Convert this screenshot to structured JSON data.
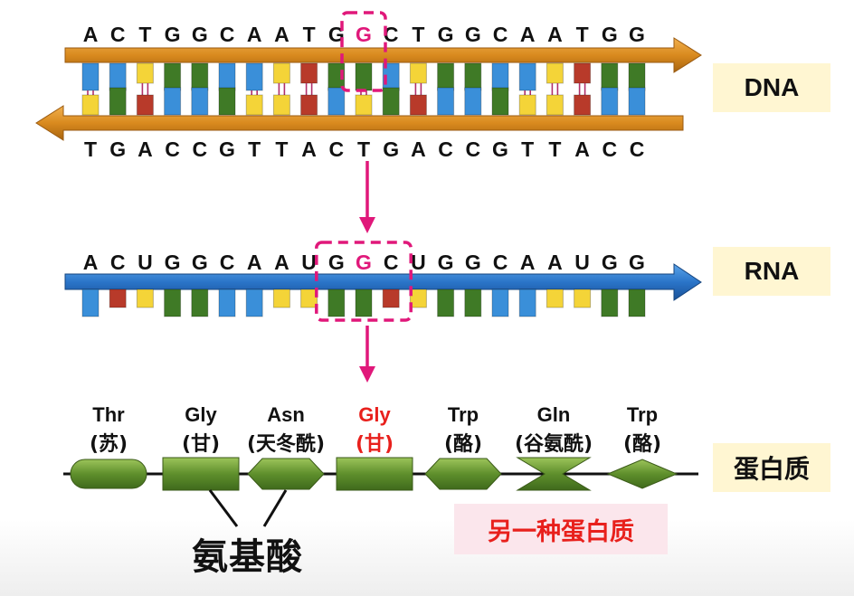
{
  "dna": {
    "top_strand": [
      "A",
      "C",
      "T",
      "G",
      "G",
      "C",
      "A",
      "A",
      "T",
      "G",
      "G",
      "C",
      "T",
      "G",
      "G",
      "C",
      "A",
      "A",
      "T",
      "G",
      "G"
    ],
    "bottom_strand": [
      "T",
      "G",
      "A",
      "C",
      "C",
      "G",
      "T",
      "T",
      "A",
      "C",
      "T",
      "G",
      "A",
      "C",
      "C",
      "G",
      "T",
      "T",
      "A",
      "C",
      "C"
    ],
    "top_colors": [
      "blue",
      "blue",
      "yellow",
      "green",
      "green",
      "blue",
      "blue",
      "yellow",
      "red",
      "green",
      "green",
      "blue",
      "yellow",
      "green",
      "green",
      "blue",
      "blue",
      "yellow",
      "red",
      "green",
      "green"
    ],
    "bottom_colors": [
      "yellow",
      "green",
      "red",
      "blue",
      "blue",
      "green",
      "yellow",
      "yellow",
      "red",
      "blue",
      "yellow",
      "green",
      "red",
      "blue",
      "blue",
      "green",
      "yellow",
      "yellow",
      "red",
      "blue",
      "blue"
    ],
    "mutated_index": 10,
    "label": "DNA"
  },
  "rna": {
    "strand": [
      "A",
      "C",
      "U",
      "G",
      "G",
      "C",
      "A",
      "A",
      "U",
      "G",
      "G",
      "C",
      "U",
      "G",
      "G",
      "C",
      "A",
      "A",
      "U",
      "G",
      "G"
    ],
    "colors": [
      "blue",
      "red",
      "yellow",
      "green",
      "green",
      "blue",
      "blue",
      "yellow",
      "yellow",
      "green",
      "green",
      "red",
      "yellow",
      "green",
      "green",
      "blue",
      "blue",
      "yellow",
      "yellow",
      "green",
      "green"
    ],
    "label": "RNA"
  },
  "protein": {
    "amino_acids": [
      {
        "code": "Thr",
        "name": "(苏)",
        "highlight": false,
        "shape": "capsule"
      },
      {
        "code": "Gly",
        "name": "(甘)",
        "highlight": false,
        "shape": "rect"
      },
      {
        "code": "Asn",
        "name": "(天冬酰)",
        "highlight": false,
        "shape": "hexagon"
      },
      {
        "code": "Gly",
        "name": "(甘)",
        "highlight": true,
        "shape": "rect"
      },
      {
        "code": "Trp",
        "name": "(酪)",
        "highlight": false,
        "shape": "hexagon"
      },
      {
        "code": "Gln",
        "name": "(谷氨酰)",
        "highlight": false,
        "shape": "bowtie"
      },
      {
        "code": "Trp",
        "name": "(酪)",
        "highlight": false,
        "shape": "diamond"
      }
    ],
    "label": "蛋白质",
    "amino_acid_label": "氨基酸",
    "alt_label": "另一种蛋白质"
  },
  "colors": {
    "blue": "#3a8fd9",
    "green": "#3f7a26",
    "red": "#b83a2a",
    "yellow": "#f4d438",
    "highlight": "#e0187a",
    "backbone_orange": "#d98a1e",
    "rna_blue": "#2a74c8",
    "protein_green": "#6a9a36",
    "tag_bg": "#fff6d2"
  }
}
